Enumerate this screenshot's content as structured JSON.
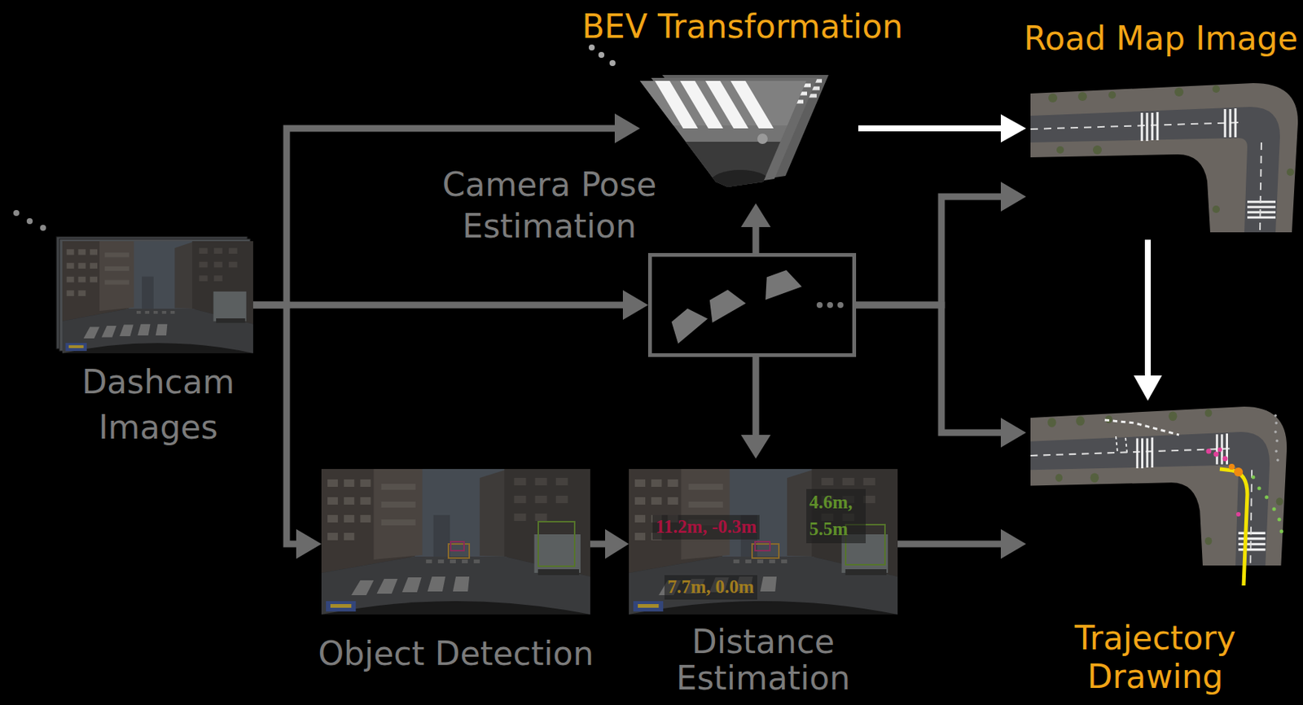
{
  "diagram": {
    "nodes": [
      {
        "text": [
          "BEV Transformation"
        ]
      },
      {
        "text": [
          "Road Map Image"
        ]
      },
      {
        "text": [
          "Dashcam Images"
        ]
      },
      {
        "text": [
          "Camera Pose Estimation"
        ]
      },
      {
        "text": [
          "Object Detection"
        ]
      },
      {
        "text": [
          "11.2m, -0.3m",
          "4.6m, 5.5m",
          "7.7m, 0.0m",
          "Distance Estimation"
        ]
      },
      {
        "text": [
          "Trajectory Drawing"
        ]
      }
    ],
    "edges": [
      {
        "from": 2,
        "to": 0,
        "arrow": "to"
      },
      {
        "from": 2,
        "to": 3,
        "arrow": "to"
      },
      {
        "from": 2,
        "to": 4,
        "arrow": "to"
      },
      {
        "from": 3,
        "to": 0,
        "arrow": "to"
      },
      {
        "from": 3,
        "to": 5,
        "arrow": "to"
      },
      {
        "from": 3,
        "to": 1,
        "arrow": "to"
      },
      {
        "from": 3,
        "to": 6,
        "arrow": "to"
      },
      {
        "from": 0,
        "to": 1,
        "arrow": "to"
      },
      {
        "from": 1,
        "to": 6,
        "arrow": "to"
      },
      {
        "from": 4,
        "to": 5,
        "arrow": "to"
      },
      {
        "from": 5,
        "to": 6,
        "arrow": "to"
      }
    ]
  }
}
